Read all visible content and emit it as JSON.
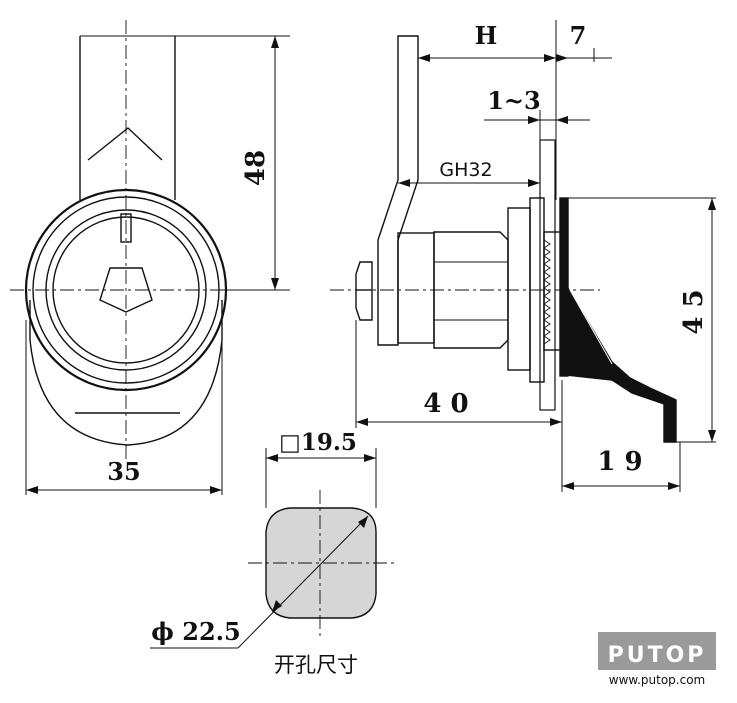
{
  "dimensions": {
    "height_48": "48",
    "width_35": "35",
    "H": "H",
    "seven": "7",
    "range_1_3": "1~3",
    "thread": "GH32",
    "forty": "4 0",
    "forty_five": "4 5",
    "nineteen": "1 9",
    "square": "□19.5",
    "diameter": "ϕ 22.5"
  },
  "cutout_label": "开孔尺寸",
  "watermark": {
    "brand": "PUTOP",
    "url": "www.putop.com"
  },
  "colors": {
    "line": "#111111",
    "cutout_fill": "#d6d6d6",
    "watermark_bg": "#9a9a9a"
  }
}
